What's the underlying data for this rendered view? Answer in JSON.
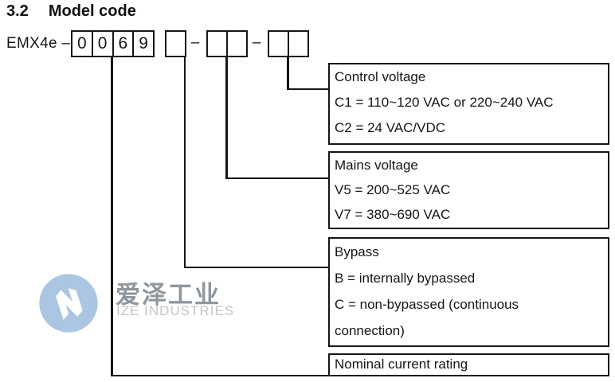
{
  "heading": {
    "number": "3.2",
    "title": "Model code"
  },
  "model_code": {
    "prefix_label": "EMX4e –",
    "digits": [
      "0",
      "0",
      "6",
      "9"
    ],
    "dash1": "–",
    "dash2": "–"
  },
  "callouts": {
    "control_voltage": {
      "title": "Control voltage",
      "line1": "C1 = 110~120 VAC or 220~240 VAC",
      "line2": "C2 = 24 VAC/VDC"
    },
    "mains_voltage": {
      "title": "Mains voltage",
      "line1": "V5 = 200~525 VAC",
      "line2": "V7 = 380~690 VAC"
    },
    "bypass": {
      "title": "Bypass",
      "line1": "B = internally bypassed",
      "line2": "C = non-bypassed (continuous",
      "line3": "connection)"
    },
    "nominal_current": {
      "title": "Nominal current rating"
    }
  },
  "watermark": {
    "cjk_text": "爱泽工业",
    "latin_text": "IZE INDUSTRIES"
  },
  "colors": {
    "line_black": "#161616",
    "logo_blue": "#a7c4e2",
    "cjk_gray": "#8f969c",
    "latin_gray": "#c4c4c4"
  }
}
